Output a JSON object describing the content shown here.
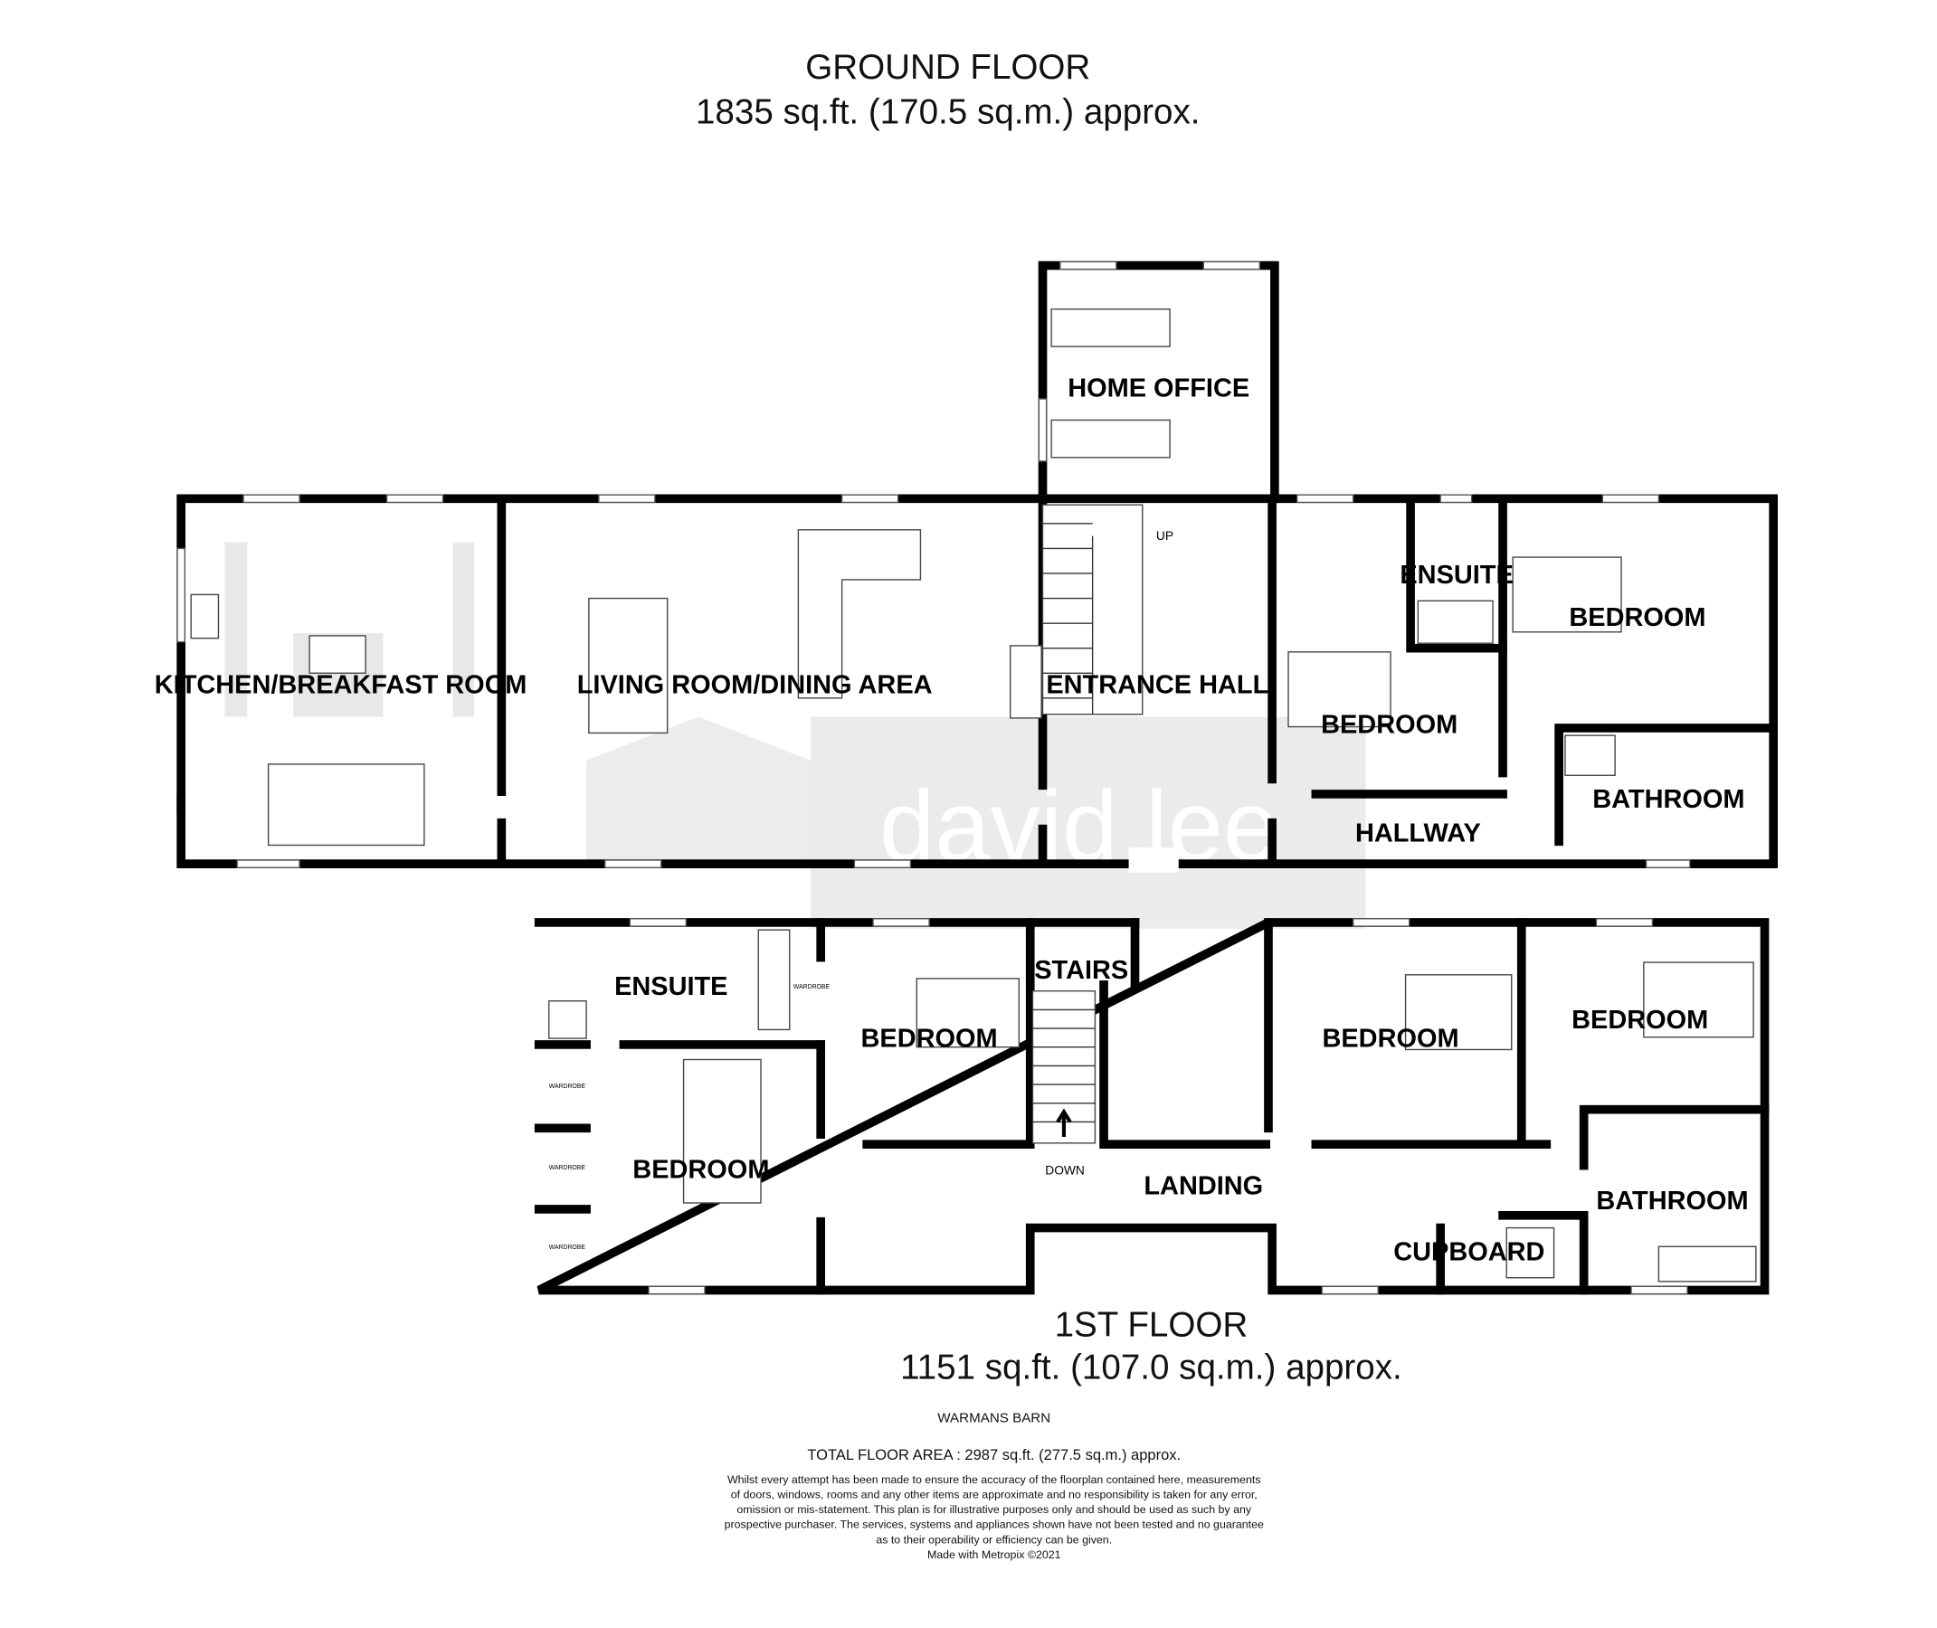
{
  "ground_floor": {
    "title": "GROUND FLOOR",
    "area": "1835 sq.ft. (170.5 sq.m.) approx.",
    "rooms": [
      "HOME OFFICE",
      "KITCHEN/BREAKFAST ROOM",
      "LIVING ROOM/DINING AREA",
      "ENTRANCE HALL",
      "ENSUITE",
      "BEDROOM",
      "BEDROOM",
      "BATHROOM",
      "HALLWAY"
    ],
    "stairs_label": "UP"
  },
  "first_floor": {
    "title": "1ST FLOOR",
    "area": "1151 sq.ft. (107.0 sq.m.) approx.",
    "rooms": [
      "ENSUITE",
      "BEDROOM",
      "BEDROOM",
      "STAIRS",
      "BEDROOM",
      "BEDROOM",
      "LANDING",
      "BATHROOM",
      "CUPBOARD"
    ],
    "stairs_label": "DOWN",
    "wardrobe_label": "WARDROBE"
  },
  "watermark": "david lee",
  "footer": {
    "property": "WARMANS BARN",
    "total": "TOTAL FLOOR AREA : 2987 sq.ft. (277.5 sq.m.) approx.",
    "disclaimer": [
      "Whilst every attempt has been made to ensure the accuracy of the floorplan contained here, measurements",
      "of doors, windows, rooms and any other items are approximate and no responsibility is taken for any error,",
      "omission or mis-statement. This plan is for illustrative purposes only and should be used as such by any",
      "prospective purchaser. The services, systems and appliances shown have not been tested and no guarantee",
      "as to their operability or efficiency can be given."
    ],
    "credit": "Made with Metropix ©2021"
  }
}
